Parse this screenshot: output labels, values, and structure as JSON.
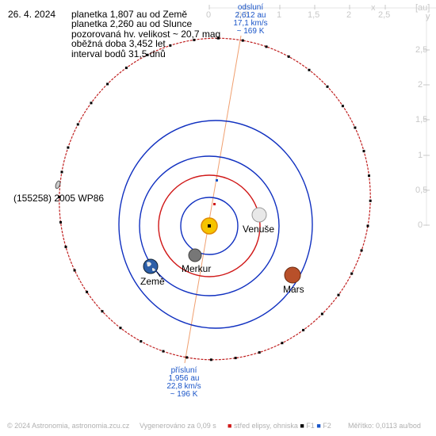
{
  "date": "26. 4. 2024",
  "info": {
    "line1": "planetka 1,807 au od Země",
    "line2": "planetka 2,260 au od Slunce",
    "line3": "pozorovaná hv. velikost ~ 20,7 mag",
    "line4": "oběžná doba 3,452 let",
    "line5": "interval bodů 31,5 dnů"
  },
  "axes": {
    "x_label": "x",
    "y_label": "[au]",
    "y_label2": "y",
    "x_ticks": [
      "0",
      "0,5",
      "1",
      "1,5",
      "2",
      "2,5"
    ],
    "y_ticks": [
      "2,5",
      "2",
      "1,5",
      "1",
      "0,5",
      "0"
    ]
  },
  "aphelion": {
    "title": "odsluní",
    "dist": "2,612 au",
    "speed": "17,1 km/s",
    "temp": "~ 169 K"
  },
  "perihelion": {
    "title": "přísluní",
    "dist": "1,956 au",
    "speed": "22,8 km/s",
    "temp": "~ 196 K"
  },
  "bodies": {
    "asteroid": "(155258) 2005 WP86",
    "venus": "Venuše",
    "mercury": "Merkur",
    "earth": "Země",
    "mars": "Mars"
  },
  "footer": {
    "copyright": "© 2024 Astronomia, astronomia.zcu.cz",
    "generated": "Vygenerováno za 0,09 s",
    "legend_center": "střed elipsy, ohniska",
    "f1": "F1",
    "f2": "F2",
    "scale": "Měřítko: 0,0113 au/bod"
  },
  "colors": {
    "asteroid_orbit": "#c02020",
    "planet_orbit_blue": "#1030c0",
    "planet_orbit_red": "#d01818",
    "apsis_line": "#f0a070",
    "sun": "#f5c400"
  }
}
